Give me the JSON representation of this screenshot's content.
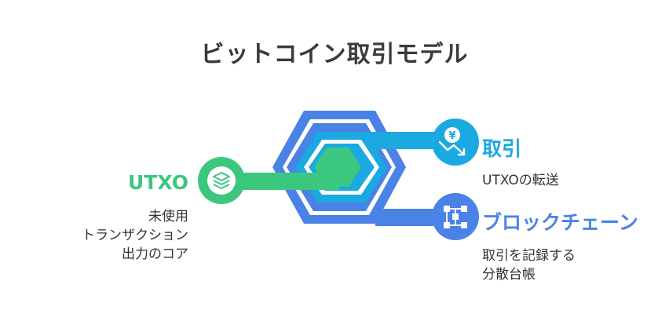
{
  "title": "ビットコイン取引モデル",
  "colors": {
    "utxo": "#3cc77f",
    "transaction": "#1aa9e0",
    "blockchain": "#4a82e6",
    "title": "#3a3a3a"
  },
  "nodes": {
    "utxo": {
      "label": "UTXO",
      "icon": "layers-icon",
      "desc": [
        "未使用",
        "トランザクション",
        "出力のコア"
      ]
    },
    "transaction": {
      "label": "取引",
      "icon": "yen-down-trend-icon",
      "desc": [
        "UTXOの転送"
      ]
    },
    "blockchain": {
      "label": "ブロックチェーン",
      "icon": "block-network-icon",
      "desc": [
        "取引を記録する",
        "分散台帳"
      ]
    }
  }
}
